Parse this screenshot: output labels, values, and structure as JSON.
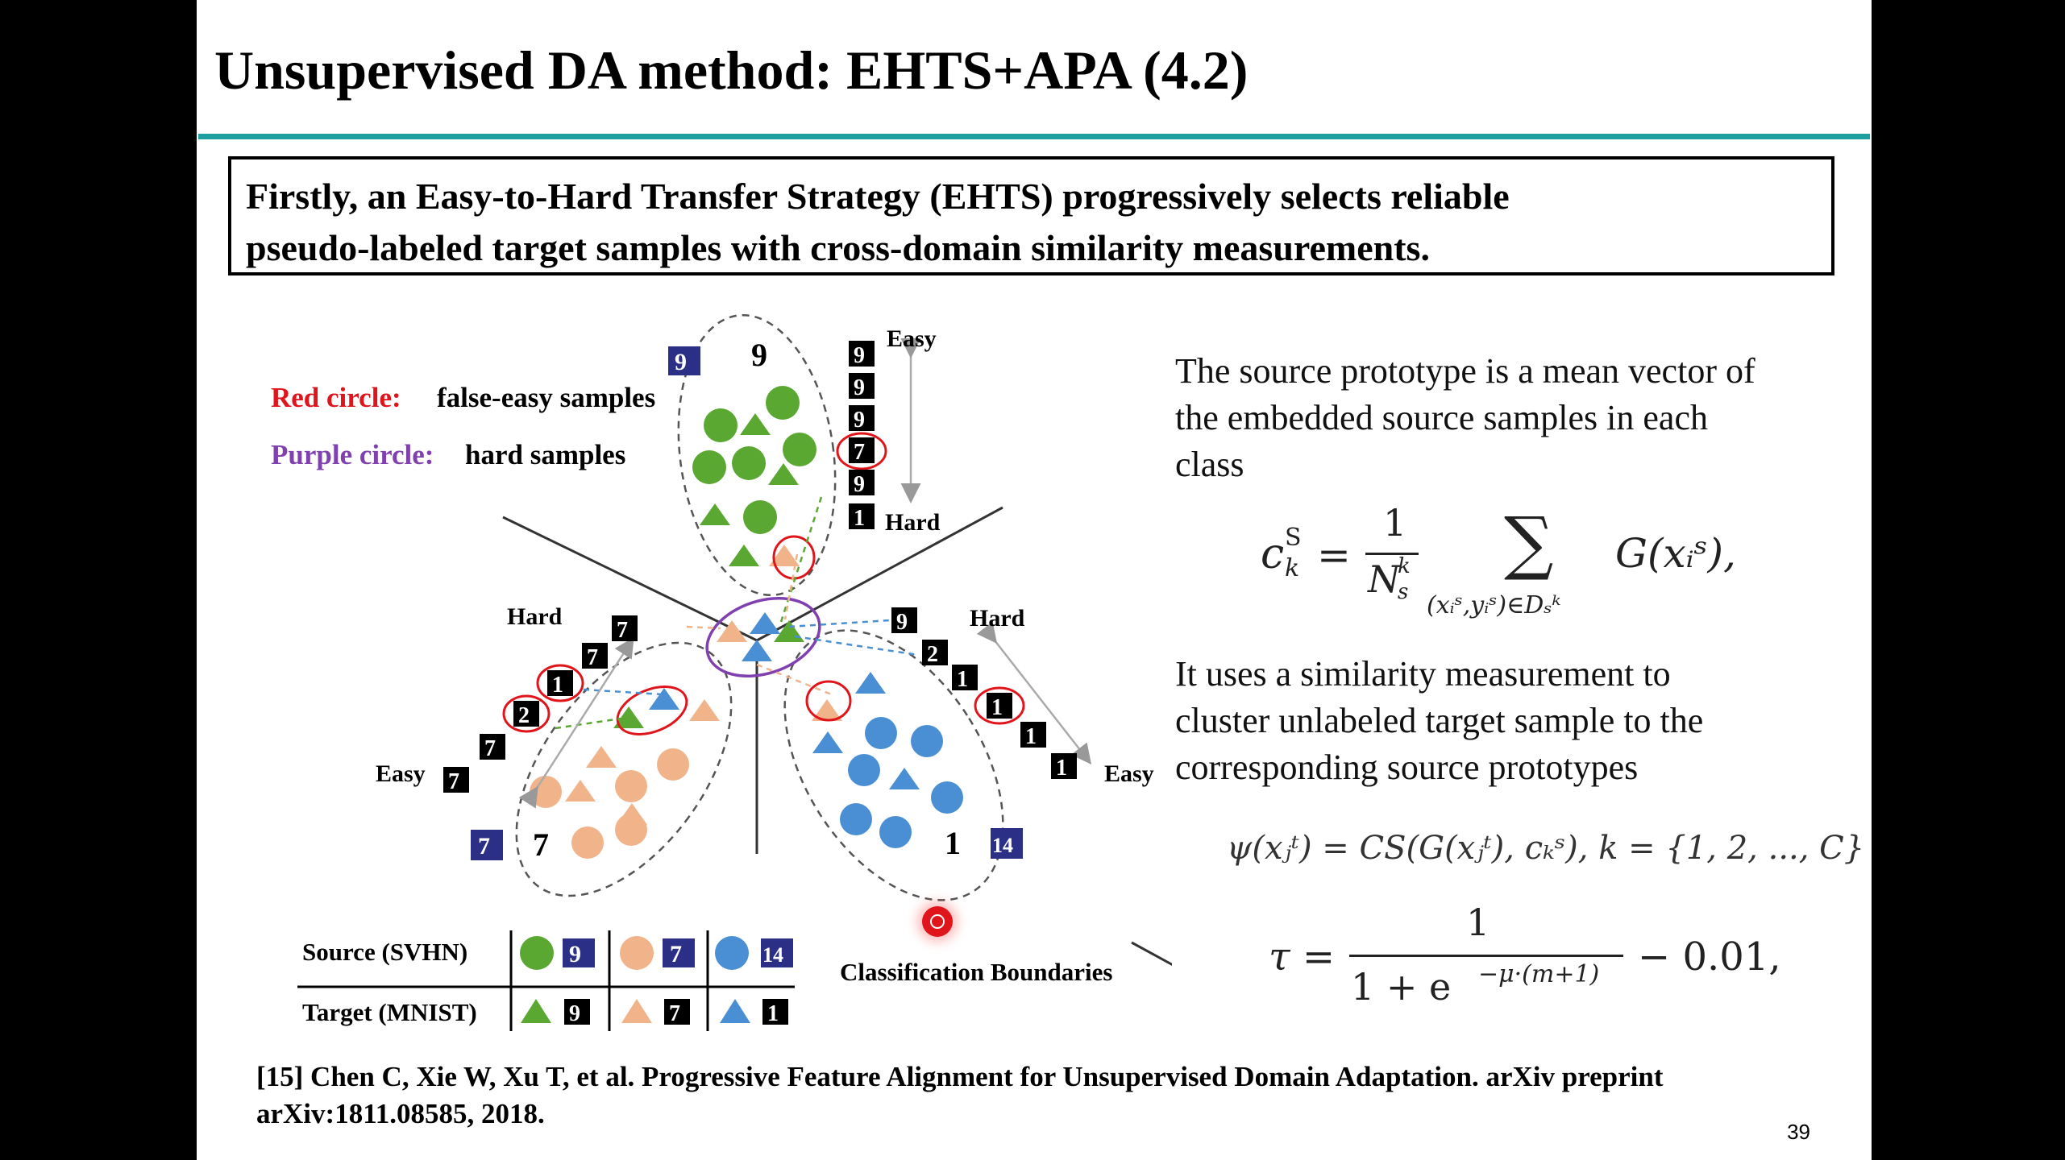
{
  "slide": {
    "title": "Unsupervised DA method: EHTS+APA (4.2)",
    "intro": {
      "line1": "Firstly, an Easy-to-Hard Transfer Strategy (EHTS) progressively selects reliable",
      "line2": "pseudo-labeled target samples with cross-domain similarity measurements."
    },
    "figure": {
      "legend_red_label": "Red circle:",
      "legend_red_text": "false-easy samples",
      "legend_purple_label": "Purple circle:",
      "legend_purple_text": "hard samples",
      "easy_label": "Easy",
      "hard_label": "Hard",
      "class_9": "9",
      "class_7": "7",
      "class_1": "1",
      "legend_source": "Source (SVHN)",
      "legend_target": "Target (MNIST)",
      "boundaries_label": "Classification Boundaries",
      "digit_nine": "9",
      "digit_seven": "7",
      "digit_one": "1",
      "digit_two": "2",
      "digit_fourteen": "14"
    },
    "text1": {
      "line1": "The source prototype is a mean vector of",
      "line2": "the embedded source samples in each",
      "line3": "class"
    },
    "eq1": {
      "lhs": "c",
      "lhs_sup": "S",
      "lhs_sub": "k",
      "equals": "=",
      "numer": "1",
      "denom": "N",
      "denom_sup": "k",
      "denom_sub": "s",
      "sum": "∑",
      "sum_sub": "(x",
      "sum_sub_full": "(xᵢˢ,yᵢˢ)∈Dₛᵏ",
      "body": "G(xᵢˢ),"
    },
    "text2": {
      "line1": "It uses a similarity measurement  to",
      "line2": "cluster unlabeled target sample to the",
      "line3": "corresponding source prototypes"
    },
    "eq2": "ψ(xⱼᵗ) = CS(G(xⱼᵗ), cₖˢ), k = {1, 2, ..., C}",
    "eq3": {
      "lhs": "τ =",
      "numer": "1",
      "denom": "1 + e",
      "exponent": "−μ·(m+1)",
      "tail": "− 0.01,"
    },
    "reference": {
      "line1": "[15] Chen C, Xie W, Xu T, et al. Progressive Feature Alignment for Unsupervised Domain Adaptation. arXiv preprint",
      "line2": "arXiv:1811.08585, 2018."
    },
    "page_number": "39"
  },
  "colors": {
    "accent_rule": "#1e9ea0",
    "green": "#5aa832",
    "orange": "#f0b38a",
    "blue": "#4a8fd4",
    "red": "#e0151b",
    "purple": "#8040b0",
    "navy_digit": "#2b2f86"
  }
}
